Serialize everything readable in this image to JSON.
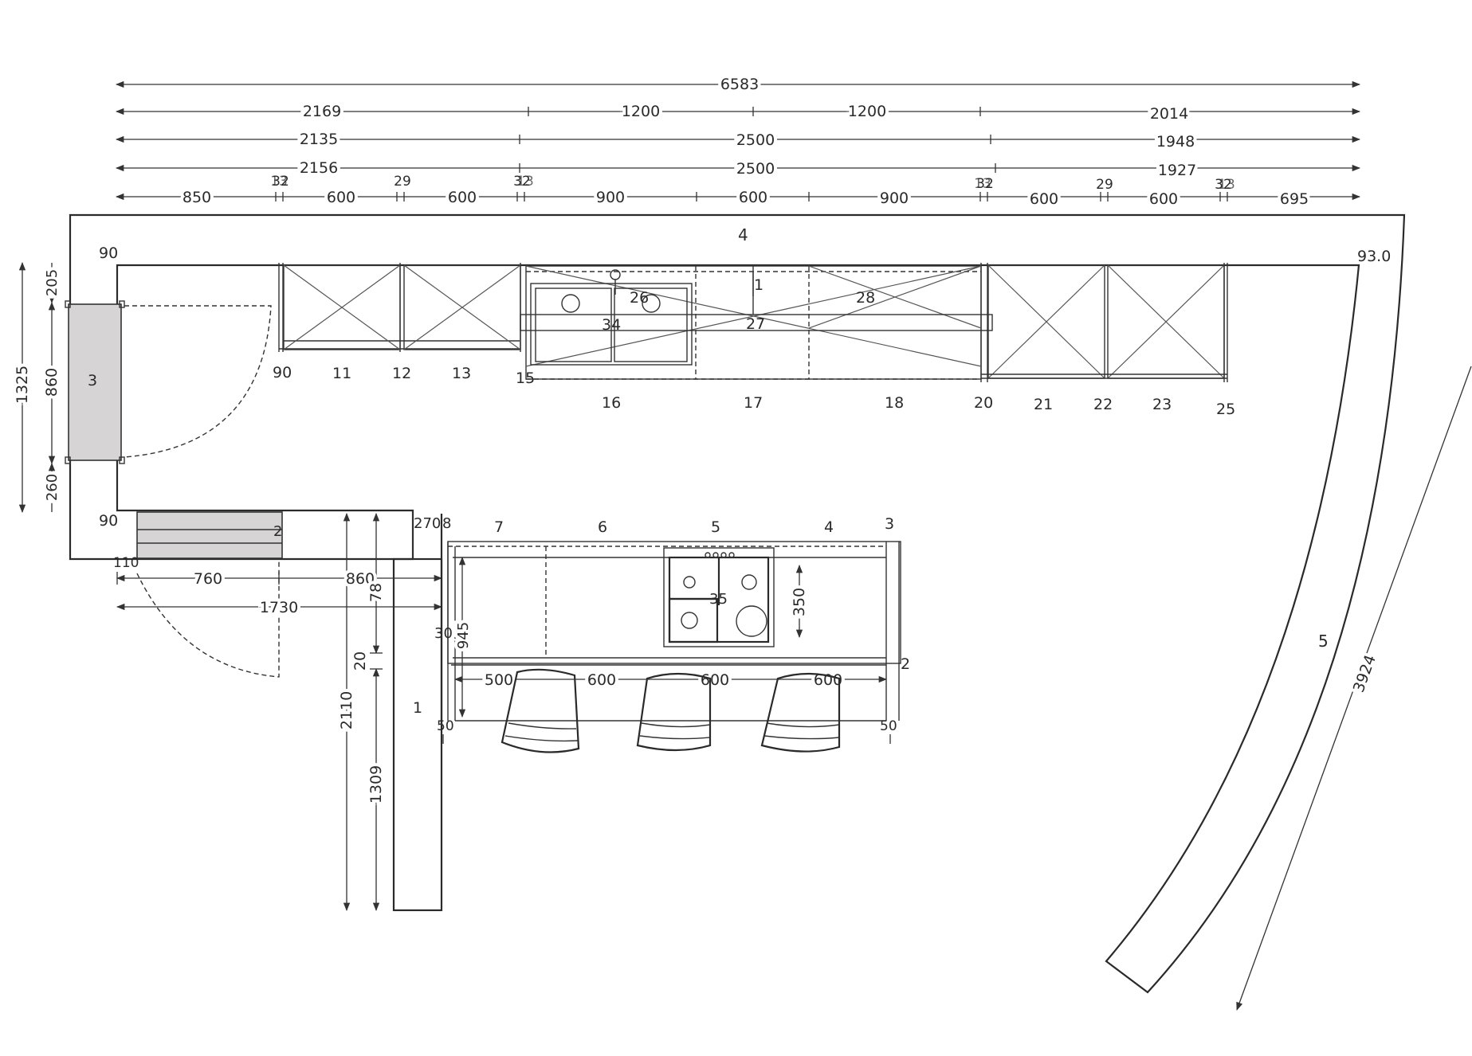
{
  "top_dimensions": {
    "row1": [
      "6583"
    ],
    "row2": [
      "2169",
      "1200",
      "1200",
      "2014"
    ],
    "row3": [
      "2135",
      "2500",
      "1948"
    ],
    "row4": [
      "2156",
      "2500",
      "1927"
    ],
    "row5": [
      "850",
      "32",
      "600",
      "29",
      "600",
      "32",
      "900",
      "600",
      "900",
      "32",
      "600",
      "29",
      "600",
      "32",
      "695"
    ],
    "row5_overlap": [
      "13",
      "13",
      "13",
      "13"
    ]
  },
  "left_dimensions": {
    "total": "1325",
    "upper": "205",
    "middle": "860",
    "lower": "260",
    "corner_top": "90",
    "corner_bottom": "90"
  },
  "rear_labels": {
    "worktop": "4",
    "wall_unit": "1",
    "right_end": "93.0",
    "curved_worktop": "5",
    "curved_length": "3924",
    "left_unit": "3",
    "small_unit": "2",
    "side_label": "90"
  },
  "wall_labels": [
    "26",
    "34",
    "27",
    "28"
  ],
  "base_labels": [
    "11",
    "12",
    "13",
    "15",
    "16",
    "17",
    "18",
    "20",
    "21",
    "22",
    "23",
    "25"
  ],
  "lower_left": {
    "d110": "110",
    "d760": "760",
    "d860": "860",
    "d1730": "1730",
    "d2110": "2110",
    "d78": "78",
    "d20": "20",
    "d1309": "1309",
    "peninsula": "1"
  },
  "island": {
    "top_left_a": "270",
    "top_left_b": "8",
    "labels": [
      "7",
      "6",
      "5",
      "4",
      "3"
    ],
    "hob": "35",
    "d350": "350",
    "d945": "945",
    "d30": "30",
    "right_side": "2",
    "seat_dims": [
      "500",
      "600",
      "600",
      "600"
    ],
    "d50_left": "50",
    "d50_right": "50"
  }
}
